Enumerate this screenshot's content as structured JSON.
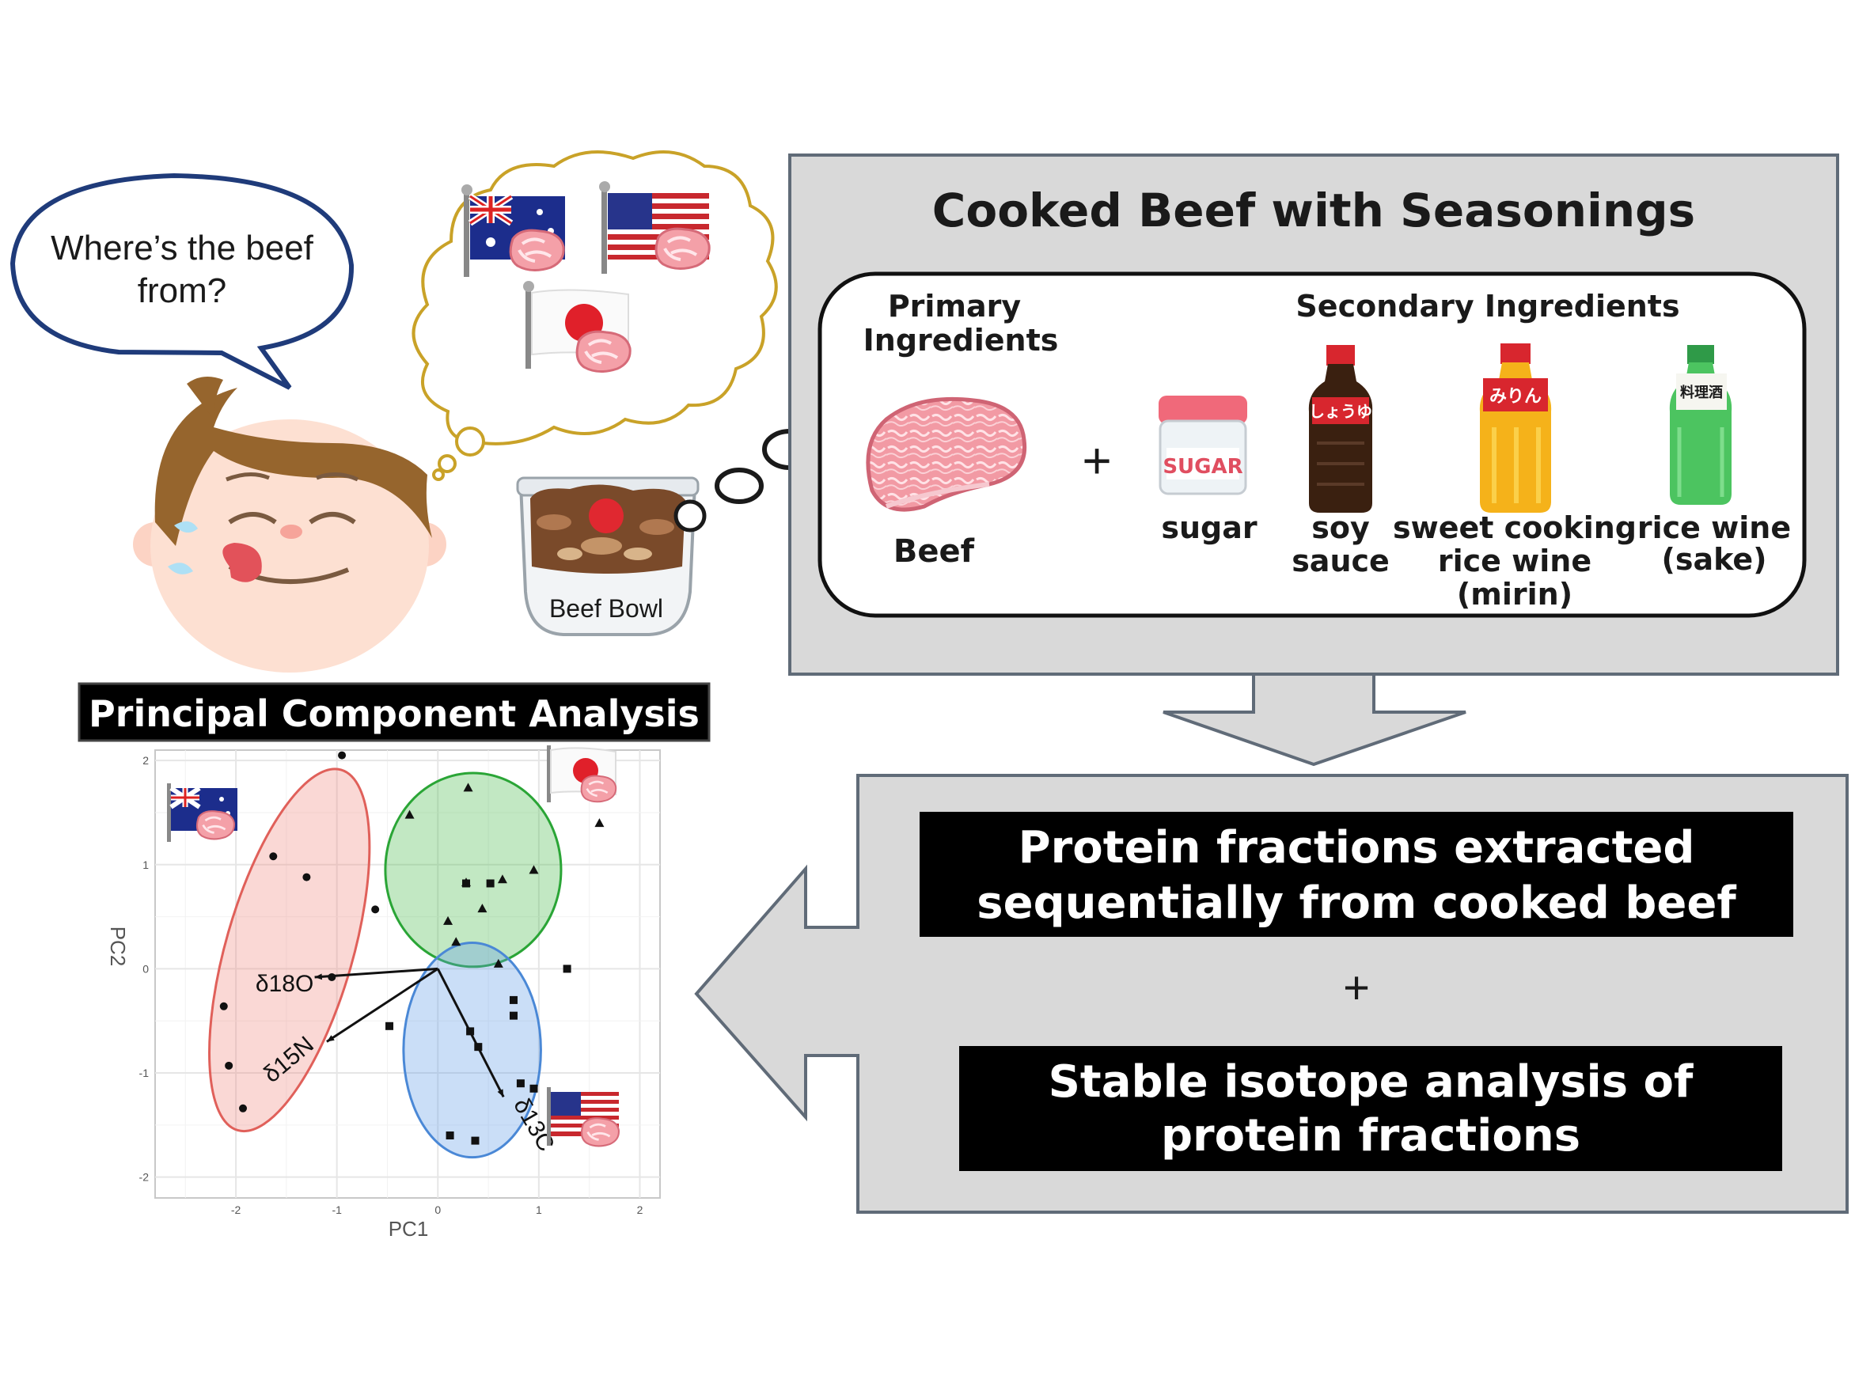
{
  "speech_bubble": {
    "line1": "Where’s the beef",
    "line2": "from?"
  },
  "beef_bowl_label": "Beef Bowl",
  "cooked_panel": {
    "title": "Cooked Beef with Seasonings",
    "primary_heading": [
      "Primary",
      "Ingredients"
    ],
    "secondary_heading": "Secondary Ingredients",
    "plus": "+",
    "ingredients": {
      "beef": [
        "Beef"
      ],
      "sugar": [
        "sugar"
      ],
      "soy": [
        "soy",
        "sauce"
      ],
      "mirin": [
        "sweet cooking",
        "rice wine",
        "(mirin)"
      ],
      "sake": [
        "rice wine",
        "(sake)"
      ]
    },
    "labels_on_items": {
      "sugar_jar": "SUGAR",
      "soy_bottle": "しょうゆ",
      "mirin_bottle": "みりん",
      "sake_bottle": "料理酒"
    }
  },
  "analysis_panel": {
    "box1": [
      "Protein fractions extracted",
      "sequentially from cooked beef"
    ],
    "plus": "+",
    "box2": [
      "Stable isotope analysis of",
      "protein fractions"
    ]
  },
  "pca": {
    "title": "Principal Component Analysis",
    "vectors": {
      "o": "δ18O",
      "n": "δ15N",
      "c": "δ13C"
    }
  },
  "chart_data": {
    "type": "scatter",
    "title": "Principal Component Analysis",
    "xlabel": "PC1",
    "ylabel": "PC2",
    "xlim": [
      -2.8,
      2.2
    ],
    "ylim": [
      -2.2,
      2.1
    ],
    "xticks": [
      -2,
      -1,
      0,
      1,
      2
    ],
    "yticks": [
      -2,
      -1,
      0,
      1,
      2
    ],
    "grid": true,
    "series": [
      {
        "origin": "Australia",
        "marker": "circle",
        "color": "#f08a80",
        "x": [
          -0.95,
          -1.63,
          -1.3,
          -0.62,
          -1.05,
          -2.12,
          -2.07,
          -1.93
        ],
        "y": [
          2.05,
          1.08,
          0.88,
          0.57,
          -0.08,
          -0.36,
          -0.93,
          -1.34
        ]
      },
      {
        "origin": "Japan",
        "marker": "triangle",
        "color": "#45b84a",
        "x": [
          -0.28,
          0.3,
          0.95,
          1.6,
          0.64,
          0.28,
          0.44,
          0.1,
          0.6,
          0.18
        ],
        "y": [
          1.48,
          1.74,
          0.95,
          1.4,
          0.86,
          0.83,
          0.58,
          0.46,
          0.05,
          0.26
        ]
      },
      {
        "origin": "USA",
        "marker": "square",
        "color": "#5f9ae6",
        "x": [
          0.28,
          0.52,
          0.75,
          0.75,
          1.28,
          -0.48,
          0.32,
          0.4,
          0.82,
          0.95,
          0.12,
          0.37
        ],
        "y": [
          0.82,
          0.82,
          -0.3,
          -0.45,
          0.0,
          -0.55,
          -0.6,
          -0.75,
          -1.1,
          -1.15,
          -1.6,
          -1.65
        ]
      }
    ],
    "ellipses": [
      {
        "origin": "Australia",
        "cx": -1.47,
        "cy": 0.18,
        "rx": 0.63,
        "ry": 1.8,
        "rotate_deg": 16
      },
      {
        "origin": "Japan",
        "cx": 0.35,
        "cy": 0.95,
        "rx": 0.87,
        "ry": 0.93,
        "rotate_deg": 0
      },
      {
        "origin": "USA",
        "cx": 0.34,
        "cy": -0.78,
        "rx": 0.68,
        "ry": 1.03,
        "rotate_deg": 0
      }
    ],
    "loading_vectors": [
      {
        "label": "δ18O",
        "x": -1.22,
        "y": -0.08
      },
      {
        "label": "δ15N",
        "x": -1.1,
        "y": -0.7
      },
      {
        "label": "δ13C",
        "x": 0.65,
        "y": -1.23
      }
    ]
  }
}
